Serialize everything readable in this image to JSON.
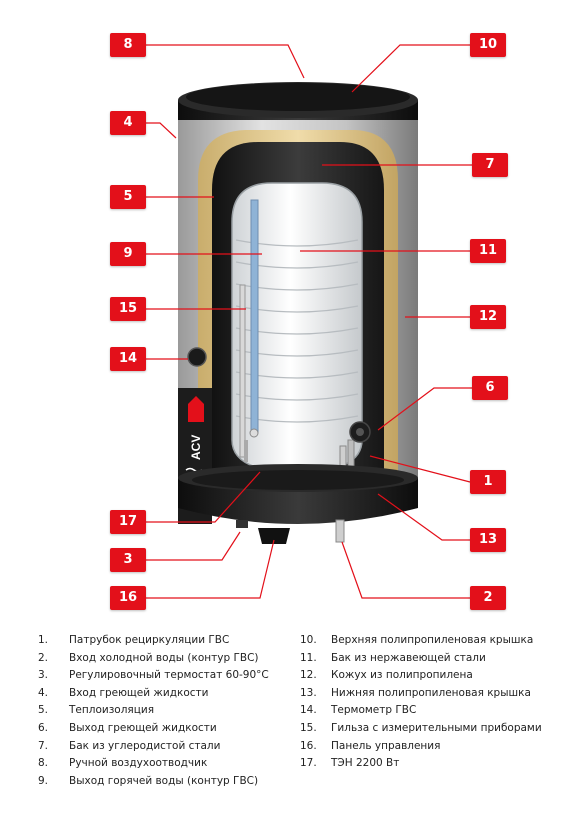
{
  "callouts": [
    {
      "n": "8"
    },
    {
      "n": "10"
    },
    {
      "n": "4"
    },
    {
      "n": "7"
    },
    {
      "n": "5"
    },
    {
      "n": "9"
    },
    {
      "n": "11"
    },
    {
      "n": "15"
    },
    {
      "n": "12"
    },
    {
      "n": "14"
    },
    {
      "n": "6"
    },
    {
      "n": "1"
    },
    {
      "n": "17"
    },
    {
      "n": "13"
    },
    {
      "n": "3"
    },
    {
      "n": "16"
    },
    {
      "n": "2"
    }
  ],
  "brand_vertical": "ACV",
  "legend": {
    "left": [
      {
        "num": "1.",
        "text": "Патрубок рециркуляции ГВС"
      },
      {
        "num": "2.",
        "text": "Вход холодной воды (контур ГВС)"
      },
      {
        "num": "3.",
        "text": "Регулировочный термостат 60-90°С"
      },
      {
        "num": "4.",
        "text": "Вход греющей жидкости"
      },
      {
        "num": "5.",
        "text": "Теплоизоляция"
      },
      {
        "num": "6.",
        "text": "Выход греющей жидкости"
      },
      {
        "num": "7.",
        "text": "Бак из углеродистой стали"
      },
      {
        "num": "8.",
        "text": "Ручной воздухоотводчик"
      },
      {
        "num": "9.",
        "text": "Выход горячей воды (контур ГВС)"
      }
    ],
    "right": [
      {
        "num": "10.",
        "text": "Верхняя полипропиленовая крышка"
      },
      {
        "num": "11.",
        "text": "Бак из нержавеющей стали"
      },
      {
        "num": "12.",
        "text": "Кожух из полипропилена"
      },
      {
        "num": "13.",
        "text": "Нижняя полипропиленовая крышка"
      },
      {
        "num": "14.",
        "text": "Термометр ГВС"
      },
      {
        "num": "15.",
        "text": "Гильза с измерительными приборами"
      },
      {
        "num": "16.",
        "text": "Панель управления"
      },
      {
        "num": "17.",
        "text": "ТЭН 2200 Вт"
      }
    ]
  },
  "colors": {
    "badge": "#e3101a",
    "leader": "#e3101a",
    "shell": "#c9c9c9",
    "insulation": "#e6cf9a",
    "carbon_tank": "#2b2b2b",
    "stainless_tank": "#f1f1f1",
    "caps": "#222222"
  }
}
